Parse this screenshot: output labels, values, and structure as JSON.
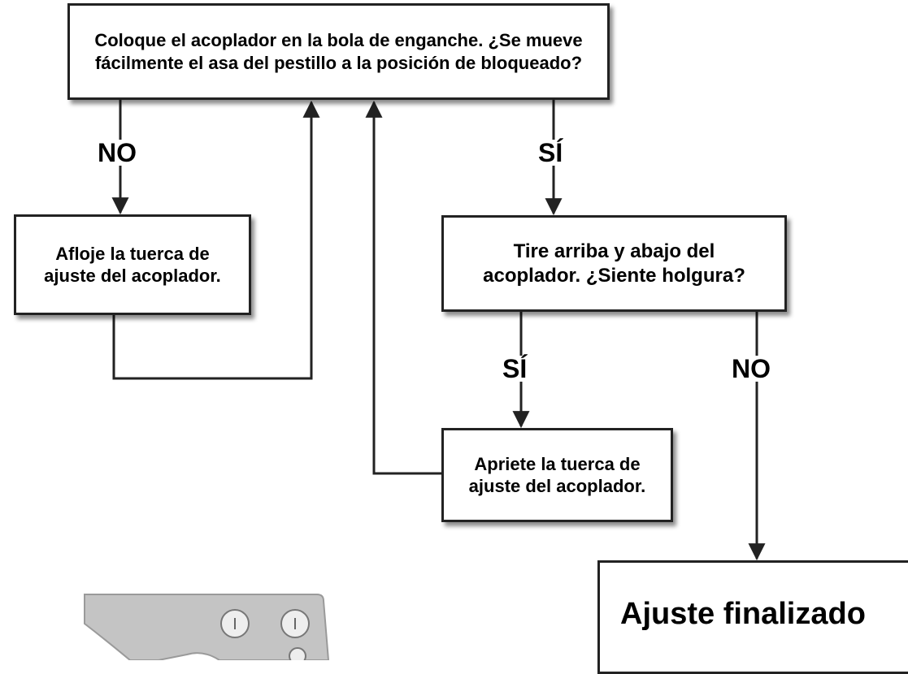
{
  "diagram": {
    "nodes": {
      "top": "Coloque el acoplador en la bola de enganche. ¿Se mueve fácilmente el asa del pestillo a la posición de bloqueado?",
      "left": "Afloje la tuerca de ajuste del acoplador.",
      "mid": "Tire arriba y abajo del acoplador. ¿Siente holgura?",
      "low": "Apriete la tuerca de ajuste del acoplador.",
      "final": "Ajuste finalizado"
    },
    "labels": {
      "no_left": "NO",
      "si_top": "SÍ",
      "si_mid": "SÍ",
      "no_right": "NO"
    },
    "line_color": "#222222",
    "illustration": {
      "icon": "coupler-illustration",
      "color": "#c4c4c4"
    }
  }
}
